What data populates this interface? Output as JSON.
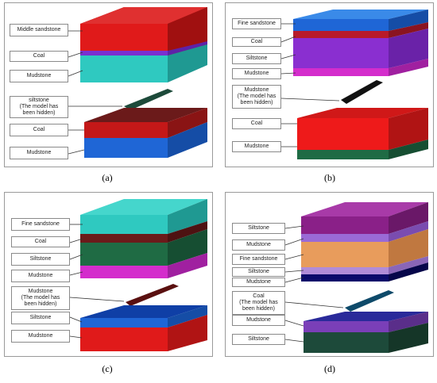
{
  "panels": {
    "a": {
      "caption": "(a)",
      "labels": [
        "Middle sandstone",
        "Coal",
        "Mudstone",
        "siltstone\n(The model has\nbeen hidden)",
        "Coal",
        "Mudstone"
      ]
    },
    "b": {
      "caption": "(b)",
      "labels": [
        "Fine sandstone",
        "Coal",
        "Siltstone",
        "Mudstone",
        "Mudstone\n(The model has\nbeen hidden)",
        "Coal",
        "Mudstone"
      ]
    },
    "c": {
      "caption": "(c)",
      "labels": [
        "Fine sandstone",
        "Coal",
        "Siltstone",
        "Mudstone",
        "Mudstone\n(The model has\nbeen hidden)",
        "Siltstone",
        "Mudstone"
      ]
    },
    "d": {
      "caption": "(d)",
      "labels": [
        "Siltstone",
        "Mudstone",
        "Fine sandstone",
        "Siltstone",
        "Mudstone",
        "Coal\n(The model has\nbeen hidden)",
        "Mudstone",
        "Siltstone"
      ]
    }
  },
  "colors": {
    "red": "#e01a1a",
    "teal": "#2fc9c0",
    "purple": "#7a2fd0",
    "blue": "#1f66d6",
    "maroon": "#6b1a1a",
    "green": "#1f6b44",
    "magenta": "#d42dcc",
    "orange": "#e89c5c",
    "navy": "#0a0a6a",
    "violet": "#7a3fb8",
    "darkgreen": "#1d4a3a"
  }
}
